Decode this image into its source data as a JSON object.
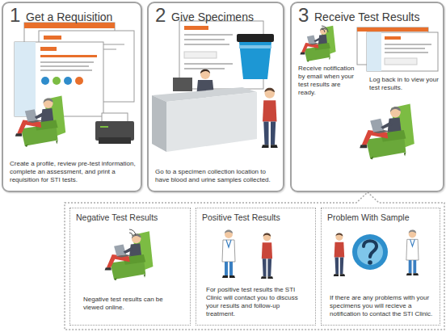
{
  "diagram": {
    "nodes": [
      {
        "text": [
          "1",
          "Get a Requisition",
          "Create a profile, review pre-test information, complete an assessment, and print a requisition for STI tests."
        ]
      },
      {
        "text": [
          "2",
          "Give Specimens",
          "Go to a specimen collection location to have blood and urine samples collected."
        ]
      },
      {
        "text": [
          "3",
          "Receive Test Results",
          "Receive notification by email when your test results are ready.",
          "Log back in to view your test results."
        ]
      },
      {
        "text": [
          "Negative Test Results",
          "Negative test results can be viewed online."
        ]
      },
      {
        "text": [
          "Positive Test Results",
          "For positive test results the STI Clinic will contact you to discuss your results and follow-up treatment."
        ]
      },
      {
        "text": [
          "Problem With Sample",
          "If there are any problems with your specimens you will recieve a notification to contact the STI Clinic."
        ]
      }
    ]
  }
}
